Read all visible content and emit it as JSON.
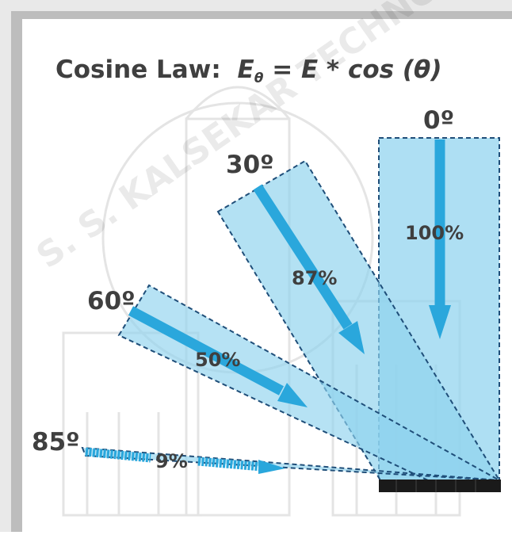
{
  "title": {
    "label": "Cosine Law:",
    "eq_e": "E",
    "eq_sub": "θ",
    "eq_rest": " = E * cos (θ)"
  },
  "beams": [
    {
      "angle_label": "0º",
      "percent_label": "100%"
    },
    {
      "angle_label": "30º",
      "percent_label": "87%"
    },
    {
      "angle_label": "60º",
      "percent_label": "50%"
    },
    {
      "angle_label": "85º",
      "percent_label": "9%"
    }
  ],
  "watermark": "S. S. KALSEKAR TECHNOLOGY ARCHITECTURE",
  "colors": {
    "beam_fill": "#8fd3ee",
    "arrow": "#2aa7dc",
    "dash": "#1f4e79",
    "text": "#3f3f3f",
    "surface": "#1a1a1a",
    "frame_shadow": "#555555"
  }
}
